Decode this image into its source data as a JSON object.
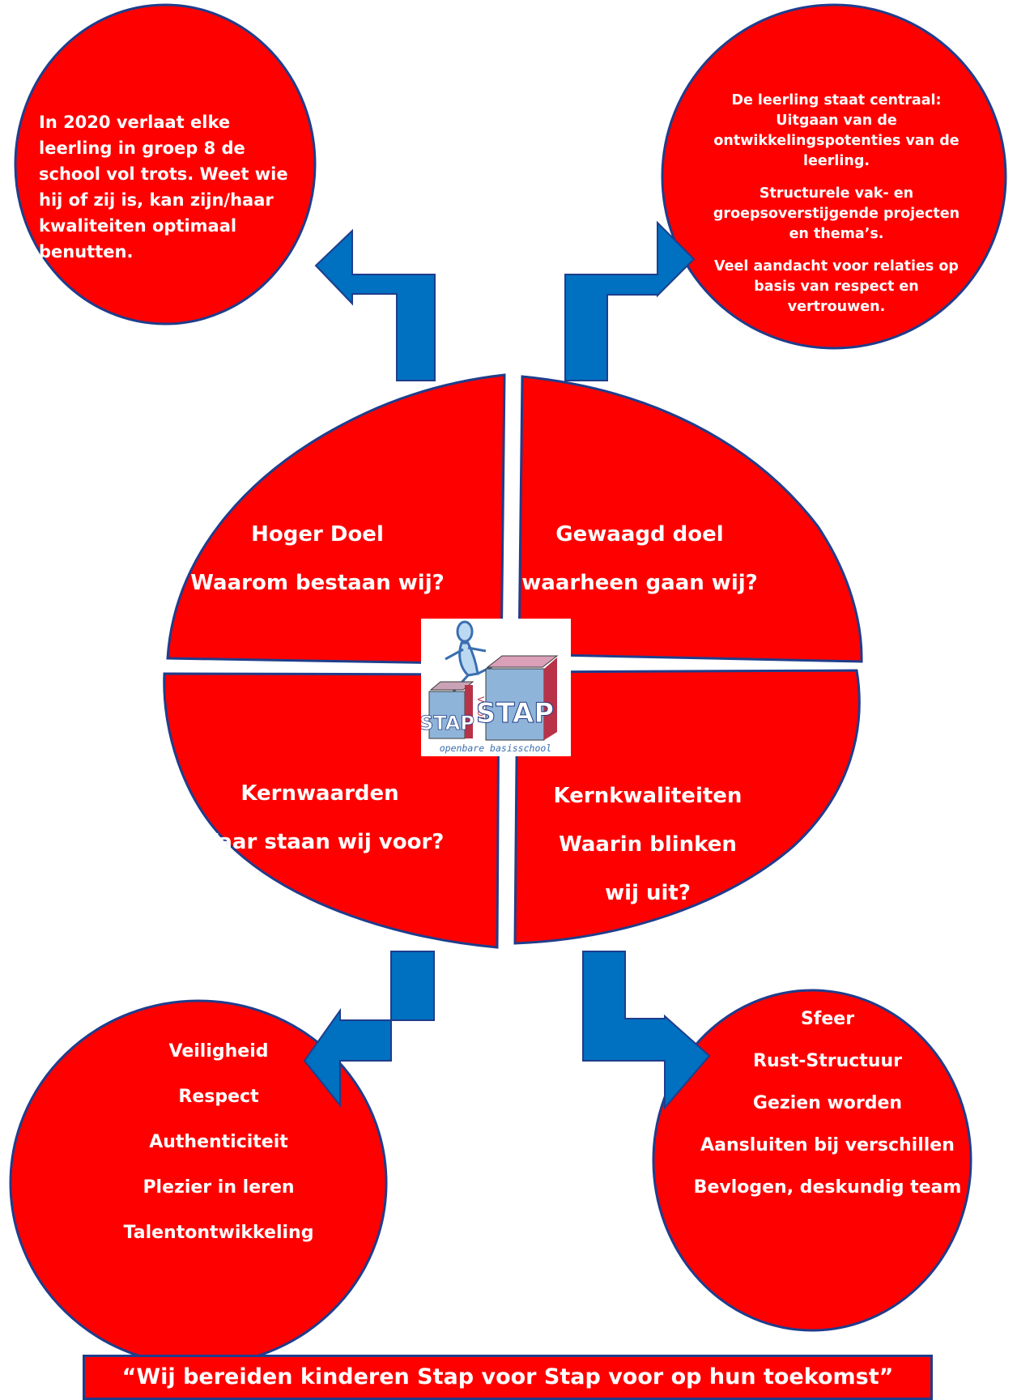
{
  "colors": {
    "circle_fill": "#ff0000",
    "circle_stroke": "#1f3d8c",
    "arrow_fill": "#0070c0",
    "text": "#ffffff"
  },
  "top_left_circle": {
    "text": "In 2020 verlaat elke leerling in groep 8 de school vol trots. Weet wie hij of zij is, kan zijn/haar kwaliteiten optimaal benutten."
  },
  "top_right_circle": {
    "paragraphs": [
      "De leerling staat centraal: Uitgaan van de ontwikkelingspotenties van de leerling.",
      "Structurele vak- en groepsoverstijgende projecten en thema’s.",
      "Veel aandacht voor relaties op basis van respect en vertrouwen."
    ]
  },
  "quadrants": {
    "top_left": {
      "title": "Hoger Doel",
      "question": "Waarom bestaan wij?"
    },
    "top_right": {
      "title": "Gewaagd doel",
      "question": "waarheen gaan wij?"
    },
    "bottom_left": {
      "title": "Kernwaarden",
      "question": "Waar staan wij voor?"
    },
    "bottom_right": {
      "title": "Kernkwaliteiten",
      "question_line1": "Waarin blinken",
      "question_line2": "wij uit?"
    }
  },
  "bottom_left_circle": {
    "items": [
      "Veiligheid",
      "Respect",
      "Authenticiteit",
      "Plezier in leren",
      "Talentontwikkeling"
    ]
  },
  "bottom_right_circle": {
    "items": [
      "Sfeer",
      "Rust-Structuur",
      "Gezien worden",
      "Aansluiten bij verschillen",
      "Bevlogen, deskundig team"
    ]
  },
  "logo": {
    "word_left": "STAP",
    "word_middle": "VOOR",
    "word_right": "STAP",
    "caption": "openbare basisschool"
  },
  "slogan": "“Wij bereiden kinderen Stap voor Stap voor op hun toekomst”"
}
